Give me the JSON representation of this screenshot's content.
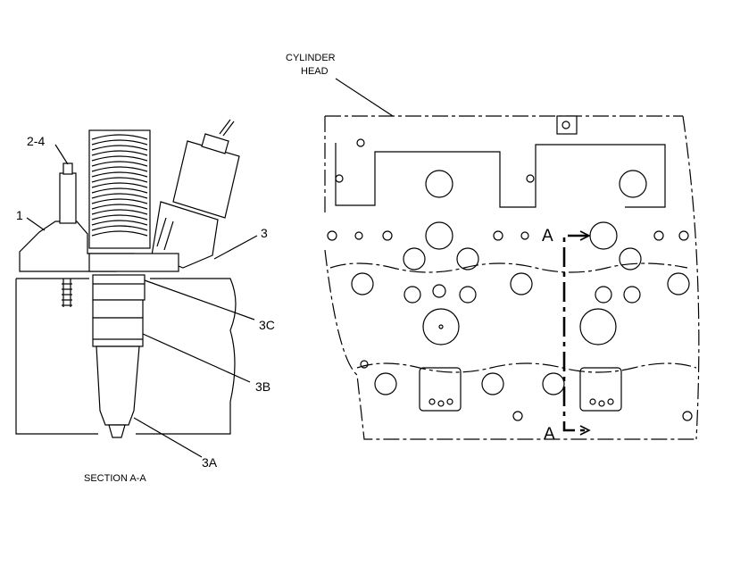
{
  "section": {
    "title": "SECTION A-A",
    "callouts": [
      "2-4",
      "1",
      "3",
      "3C",
      "3B",
      "3A"
    ]
  },
  "head": {
    "label_line1": "CYLINDER",
    "label_line2": "HEAD",
    "section_marker_top": "A",
    "section_marker_bottom": "A"
  }
}
